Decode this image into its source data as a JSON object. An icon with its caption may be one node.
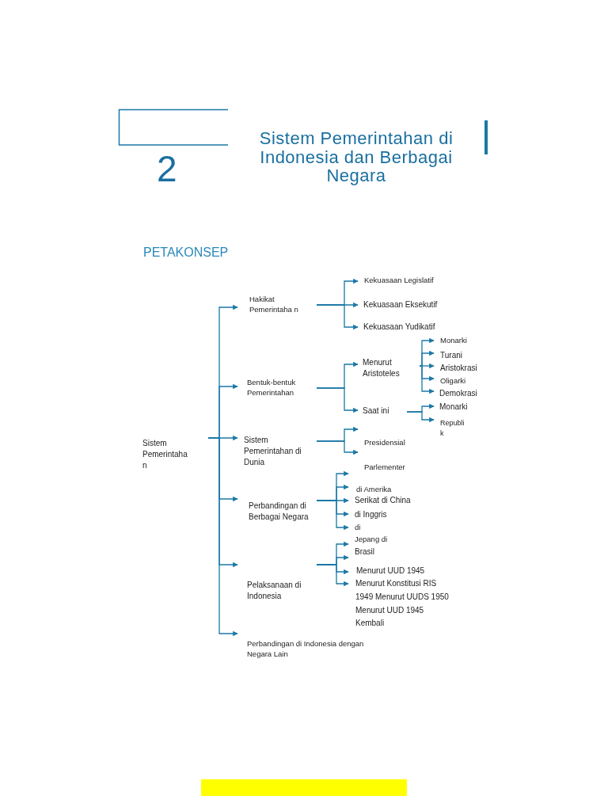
{
  "diagram": {
    "title": "Sistem Pemerintahan di Indonesia dan Berbagai Negara",
    "nodes": [
      {
        "text": [
          "Sistem Pemerintaha n"
        ]
      },
      {
        "text": [
          "Hakikat Pemerintaha n"
        ]
      },
      {
        "text": [
          "Bentuk-bentuk Pemerintahan"
        ]
      },
      {
        "text": [
          "Sistem Pemerintahan di Dunia"
        ]
      },
      {
        "text": [
          "Perbandingan di Berbagai Negara"
        ]
      },
      {
        "text": [
          "Pelaksanaan di Indonesia"
        ]
      },
      {
        "text": [
          "Perbandingan di Indonesia dengan Negara Lain"
        ]
      },
      {
        "text": [
          "Kekuasaan Legislatif"
        ]
      },
      {
        "text": [
          "Kekuasaan Eksekutif"
        ]
      },
      {
        "text": [
          "Kekuasaan Yudikatif"
        ]
      },
      {
        "text": [
          "Menurut Aristoteles"
        ]
      },
      {
        "text": [
          "Saat ini"
        ]
      },
      {
        "text": [
          "Monarki"
        ]
      },
      {
        "text": [
          "Turani"
        ]
      },
      {
        "text": [
          "Aristokrasi"
        ]
      },
      {
        "text": [
          "Oligarki"
        ]
      },
      {
        "text": [
          "Demokrasi"
        ]
      },
      {
        "text": [
          "Monarki"
        ]
      },
      {
        "text": [
          "Republi k"
        ]
      },
      {
        "text": [
          "Presidensial"
        ]
      },
      {
        "text": [
          "Parlementer"
        ]
      },
      {
        "text": [
          "di Amerika"
        ]
      },
      {
        "text": [
          "Serikat di China"
        ]
      },
      {
        "text": [
          "di Inggris"
        ]
      },
      {
        "text": [
          "di"
        ]
      },
      {
        "text": [
          "Jepang di"
        ]
      },
      {
        "text": [
          "Brasil"
        ]
      },
      {
        "text": [
          "Menurut UUD 1945"
        ]
      },
      {
        "text": [
          "Menurut Konstitusi RIS"
        ]
      }
    ],
    "edges": [
      {
        "from": 0,
        "to": 1,
        "arrow": "to"
      },
      {
        "from": 0,
        "to": 2,
        "arrow": "to"
      },
      {
        "from": 0,
        "to": 3,
        "arrow": "to"
      },
      {
        "from": 0,
        "to": 4,
        "arrow": "to"
      },
      {
        "from": 0,
        "to": 5,
        "arrow": "to"
      },
      {
        "from": 0,
        "to": 6,
        "arrow": "to"
      },
      {
        "from": 1,
        "to": 7,
        "arrow": "to"
      },
      {
        "from": 1,
        "to": 8,
        "arrow": "to"
      },
      {
        "from": 1,
        "to": 9,
        "arrow": "to"
      },
      {
        "from": 2,
        "to": 10,
        "arrow": "to"
      },
      {
        "from": 2,
        "to": 11,
        "arrow": "to"
      },
      {
        "from": 10,
        "to": 12,
        "arrow": "to"
      },
      {
        "from": 10,
        "to": 13,
        "arrow": "to"
      },
      {
        "from": 10,
        "to": 14,
        "arrow": "to"
      },
      {
        "from": 10,
        "to": 15,
        "arrow": "to"
      },
      {
        "from": 10,
        "to": 16,
        "arrow": "to"
      },
      {
        "from": 11,
        "to": 17,
        "arrow": "to"
      },
      {
        "from": 11,
        "to": 18,
        "arrow": "to"
      },
      {
        "from": 3,
        "to": 19,
        "arrow": "to"
      },
      {
        "from": 3,
        "to": 20,
        "arrow": "to"
      },
      {
        "from": 4,
        "to": 21,
        "arrow": "to"
      },
      {
        "from": 4,
        "to": 21,
        "arrow": "to"
      },
      {
        "from": 4,
        "to": 22,
        "arrow": "to"
      },
      {
        "from": 4,
        "to": 23,
        "arrow": "to"
      },
      {
        "from": 4,
        "to": 24,
        "arrow": "to"
      },
      {
        "from": 5,
        "to": 25,
        "arrow": "to"
      },
      {
        "from": 5,
        "to": 26,
        "arrow": "to"
      },
      {
        "from": 5,
        "to": 27,
        "arrow": "to"
      },
      {
        "from": 5,
        "to": 28,
        "arrow": "to"
      }
    ],
    "labels": [
      "2",
      "PETAKONSEP",
      "1949 Menurut UUDS 1950",
      "Menurut UUD 1945",
      "Kembali"
    ]
  }
}
